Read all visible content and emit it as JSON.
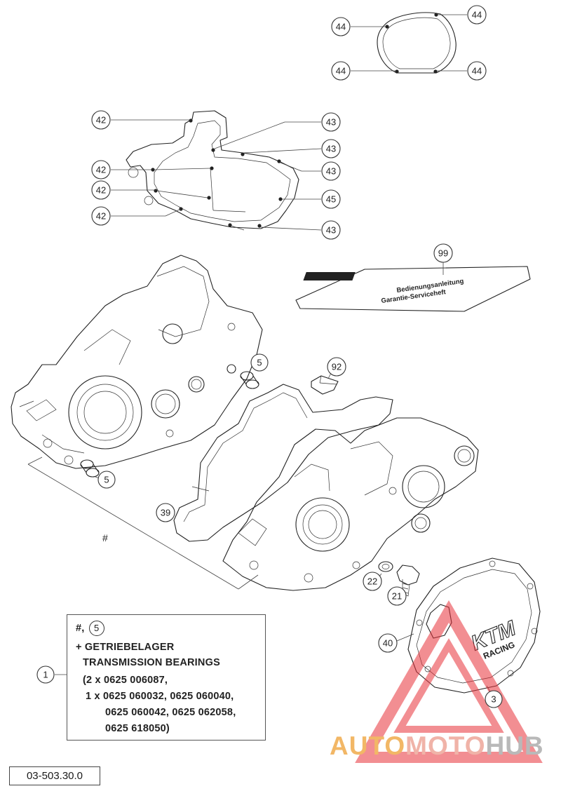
{
  "callouts": {
    "c44a": "44",
    "c44b": "44",
    "c44c": "44",
    "c44d": "44",
    "c42a": "42",
    "c42b": "42",
    "c42c": "42",
    "c42d": "42",
    "c43a": "43",
    "c43b": "43",
    "c43c": "43",
    "c43d": "43",
    "c45": "45",
    "c99": "99",
    "c5a": "5",
    "c5b": "5",
    "c92": "92",
    "c39": "39",
    "c22": "22",
    "c21": "21",
    "c40": "40",
    "c3": "3",
    "c1": "1"
  },
  "hash_label": "#",
  "legend": {
    "line1_prefix": "#,",
    "line1_circle": "5",
    "line2": "+ GETRIEBELAGER",
    "line3": "TRANSMISSION BEARINGS",
    "line4": "(2 x 0625 006087,",
    "line5": "1 x 0625 060032, 0625 060040,",
    "line6": "0625 060042, 0625 062058,",
    "line7": "0625 618050)"
  },
  "manual_sheet": {
    "line1": "Bedienungsanleitung",
    "line2": "Garantie-Serviceheft"
  },
  "cover_logo": {
    "brand": "KTM",
    "sub": "RACING"
  },
  "reference": "03-503.30.0",
  "watermark": {
    "part1": "AUTO",
    "part2": "MOTO",
    "part3": "HUB"
  }
}
